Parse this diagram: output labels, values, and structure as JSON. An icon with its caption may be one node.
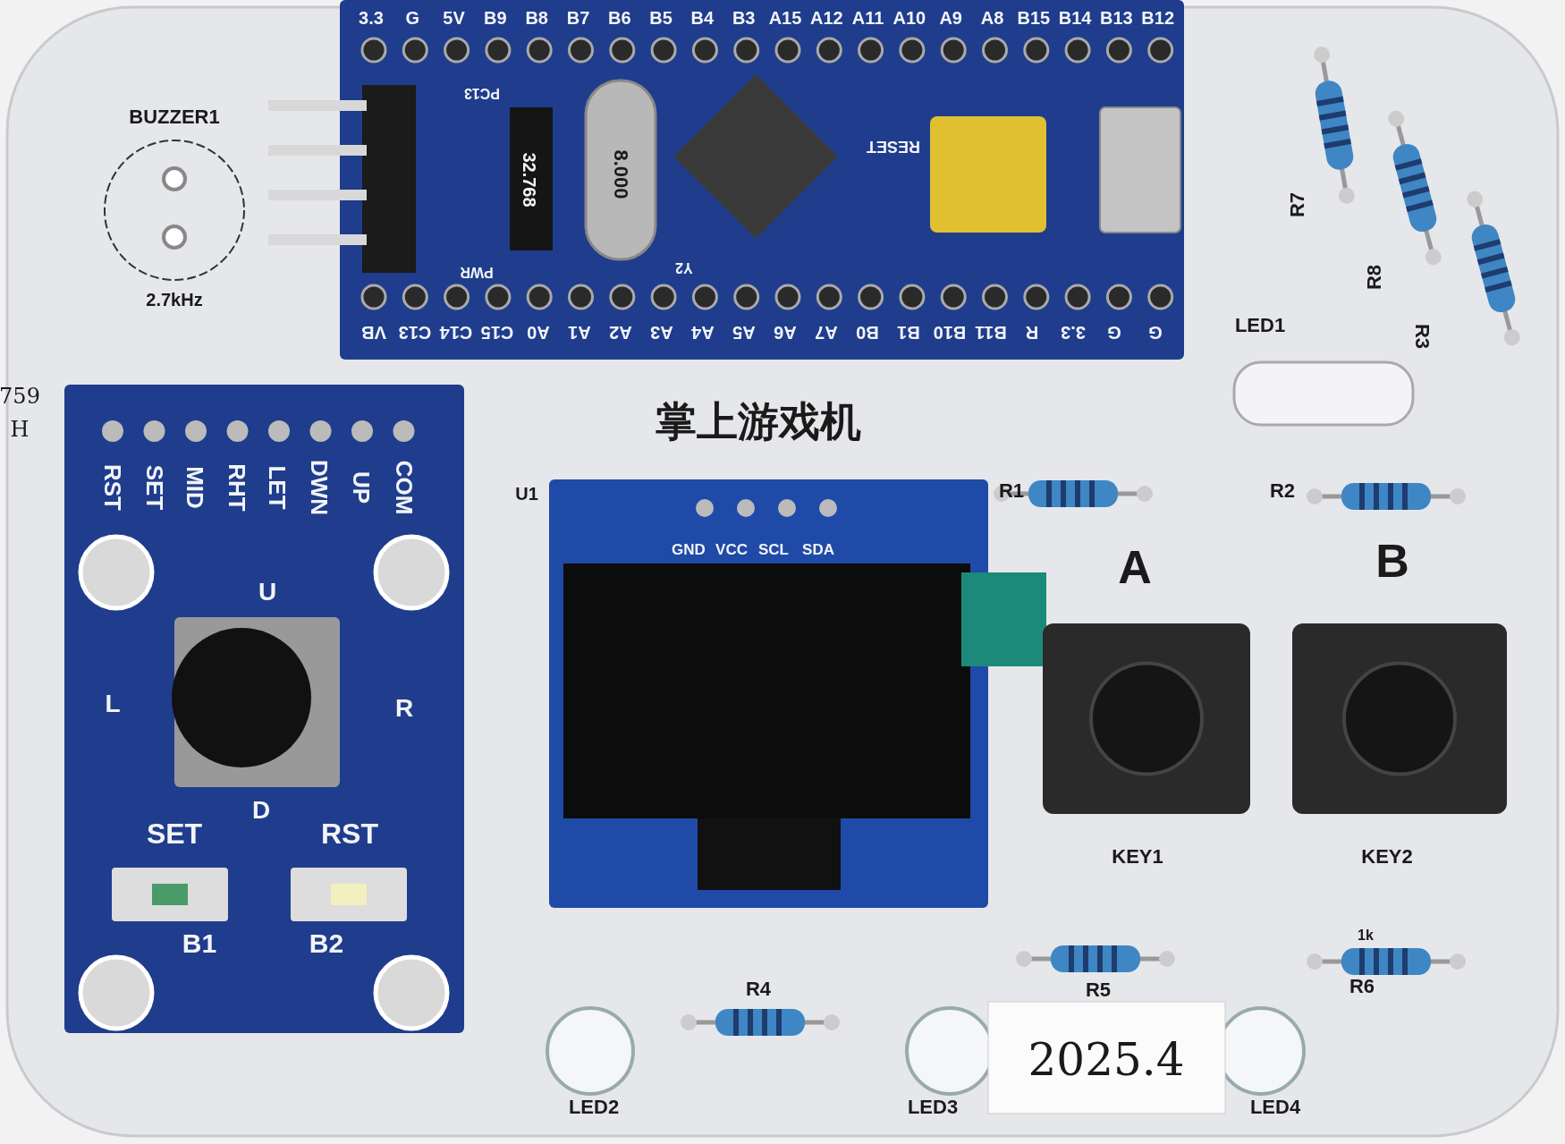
{
  "diagram": {
    "title": "掌上游戏机",
    "labels": [
      "3.3",
      "G",
      "5V",
      "B9",
      "B8",
      "B7",
      "B6",
      "B5",
      "B4",
      "B3",
      "A15",
      "A12",
      "A11",
      "A10",
      "A9",
      "A8",
      "B15",
      "B14",
      "B13",
      "B12",
      "VB",
      "C13",
      "C14",
      "C15",
      "A0",
      "A1",
      "A2",
      "A3",
      "A4",
      "A5",
      "A6",
      "A7",
      "B0",
      "B1",
      "B10",
      "B11",
      "R",
      "3.3",
      "G",
      "G",
      "BUZZER1",
      "PC13",
      "RESET",
      "32.768",
      "8.000",
      "2.7kHz",
      "PWR",
      "Y2",
      "R7",
      "R8",
      "LED1",
      "R3",
      "759",
      "H",
      "RST",
      "SET",
      "MID",
      "RHT",
      "LET",
      "DWN",
      "UP",
      "COM",
      "U1",
      "GND",
      "VCC",
      "SCL",
      "SDA",
      "R1",
      "R2",
      "U",
      "A",
      "B",
      "L",
      "R",
      "D",
      "SET",
      "RST",
      "KEY1",
      "KEY2",
      "B1",
      "B2",
      "R4",
      "R5",
      "1k",
      "R6",
      "2025.4",
      "LED2",
      "LED3",
      "LED4"
    ]
  }
}
